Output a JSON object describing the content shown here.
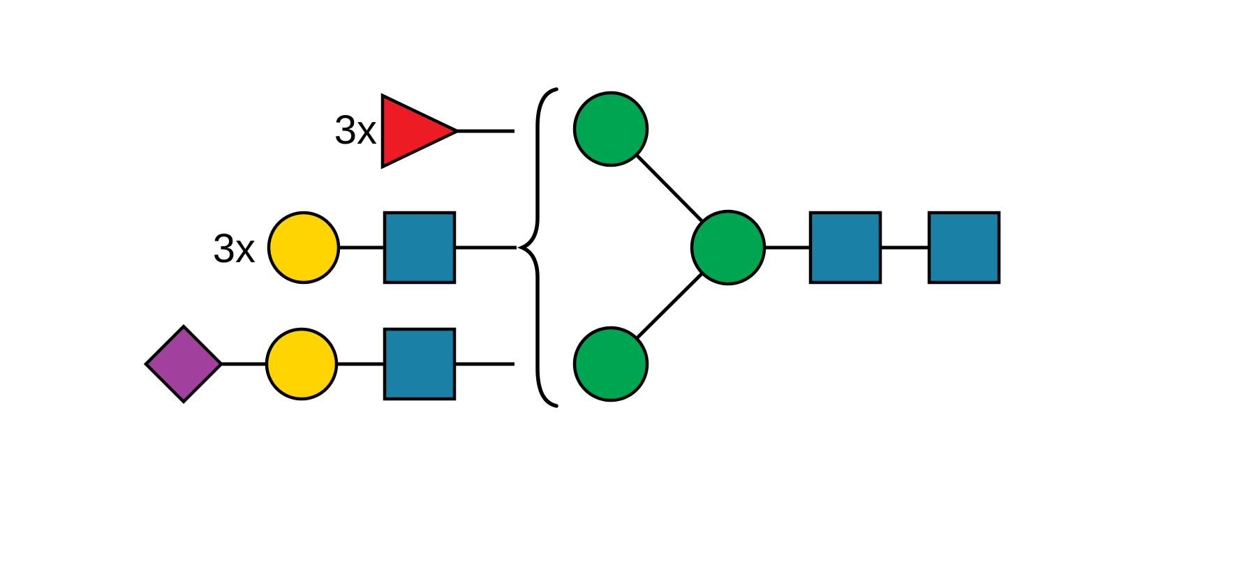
{
  "diagram": {
    "kind": "glycan-structure-diagram",
    "labels": {
      "top_multiplier": "3x",
      "middle_multiplier": "3x"
    },
    "colors": {
      "red": "#ed1c24",
      "yellow": "#ffd400",
      "blue": "#1b80a6",
      "green": "#00a551",
      "purple": "#a1419d",
      "line": "#000000",
      "background": "#ffffff"
    },
    "nodes": [
      {
        "id": "fucose-top",
        "shape": "triangle",
        "color": "red",
        "row": "top",
        "multiplier": "3x"
      },
      {
        "id": "galactose-middle",
        "shape": "circle",
        "color": "yellow",
        "row": "middle",
        "multiplier": "3x"
      },
      {
        "id": "glcnac-middle",
        "shape": "square",
        "color": "blue",
        "row": "middle"
      },
      {
        "id": "neu5ac-bottom",
        "shape": "diamond",
        "color": "purple",
        "row": "bottom"
      },
      {
        "id": "galactose-bottom",
        "shape": "circle",
        "color": "yellow",
        "row": "bottom"
      },
      {
        "id": "glcnac-bottom",
        "shape": "square",
        "color": "blue",
        "row": "bottom"
      },
      {
        "id": "mannose-top",
        "shape": "circle",
        "color": "green",
        "row": "top-branch"
      },
      {
        "id": "mannose-center",
        "shape": "circle",
        "color": "green",
        "row": "core"
      },
      {
        "id": "mannose-bottom",
        "shape": "circle",
        "color": "green",
        "row": "bottom-branch"
      },
      {
        "id": "glcnac-core-1",
        "shape": "square",
        "color": "blue",
        "row": "core"
      },
      {
        "id": "glcnac-core-2",
        "shape": "square",
        "color": "blue",
        "row": "core"
      }
    ],
    "edges": [
      "fucose-top - brace",
      "galactose-middle - glcnac-middle",
      "glcnac-middle - brace",
      "neu5ac-bottom - galactose-bottom",
      "galactose-bottom - glcnac-bottom",
      "glcnac-bottom - brace",
      "mannose-top - mannose-center",
      "mannose-bottom - mannose-center",
      "mannose-center - glcnac-core-1",
      "glcnac-core-1 - glcnac-core-2"
    ]
  }
}
